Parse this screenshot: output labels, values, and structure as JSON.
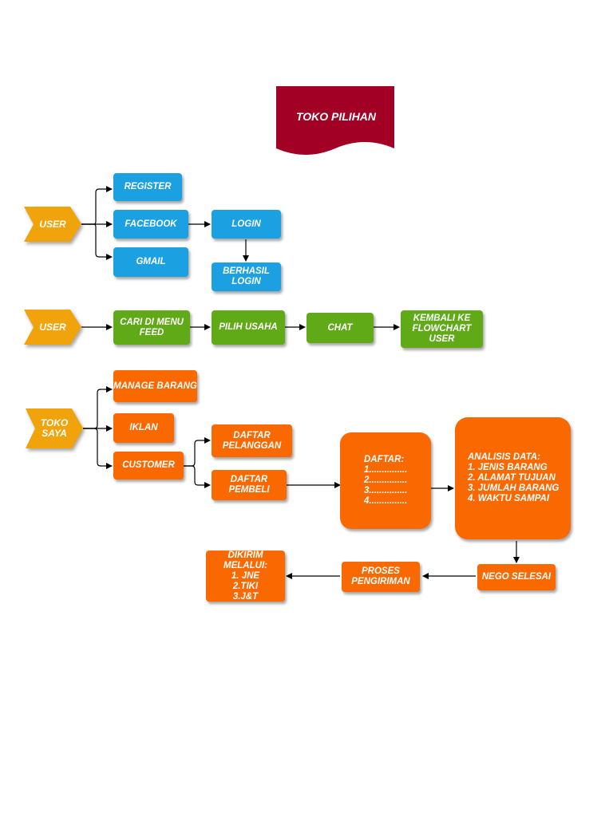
{
  "title": "TOKO PILIHAN",
  "colors": {
    "blue": "#1ba1e2",
    "green": "#60a917",
    "orange": "#fa6800",
    "yellow": "#f0a30a",
    "flag": "#a20025"
  },
  "flow1": {
    "start": "USER",
    "register": "REGISTER",
    "facebook": "FACEBOOK",
    "gmail": "GMAIL",
    "login": "LOGIN",
    "berhasil_login": "BERHASIL\nLOGIN"
  },
  "flow2": {
    "start": "USER",
    "cari": "CARI DI MENU\nFEED",
    "pilih": "PILIH USAHA",
    "chat": "CHAT",
    "kembali": "KEMBALI KE\nFLOWCHART\nUSER"
  },
  "flow3": {
    "start": "TOKO\nSAYA",
    "manage": "MANAGE BARANG",
    "iklan": "IKLAN",
    "customer": "CUSTOMER",
    "daftar_pelanggan": "DAFTAR\nPELANGGAN",
    "daftar_pembeli": "DAFTAR\nPEMBELI",
    "daftar": "DAFTAR:\n1...............\n2...............\n3...............\n4...............",
    "analisis": "ANALISIS DATA:\n1. JENIS BARANG\n2. ALAMAT TUJUAN\n3. JUMLAH BARANG\n4. WAKTU SAMPAI",
    "nego": "NEGO SELESAI",
    "proses": "PROSES\nPENGIRIMAN",
    "dikirim": "DIKIRIM MELALUI:\n1. JNE\n2.TIKI\n3.J&T"
  }
}
